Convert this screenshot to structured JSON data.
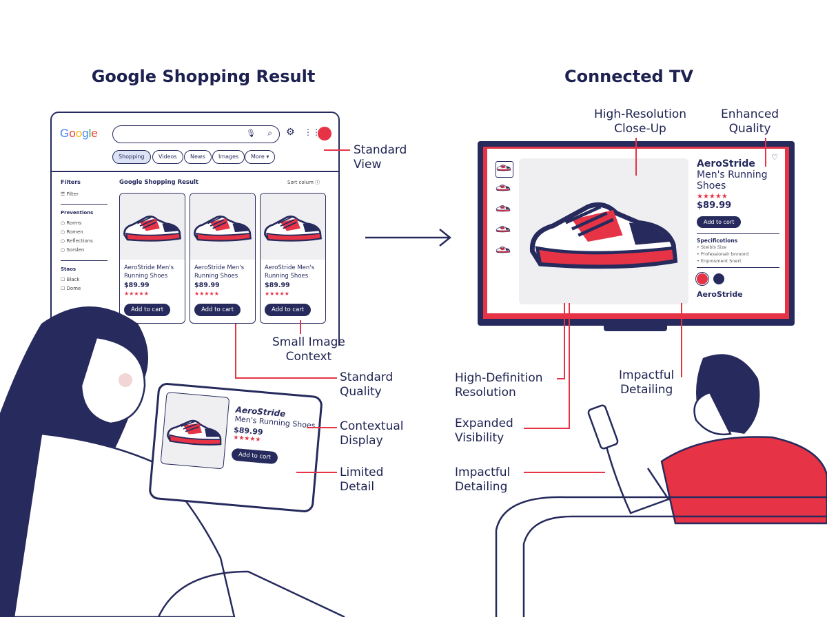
{
  "titles": {
    "left": "Google Shopping Result",
    "right": "Connected TV"
  },
  "colors": {
    "navy": "#262a5c",
    "red": "#e63346",
    "gray": "#efeff2"
  },
  "browser": {
    "logo": "Google",
    "icons": [
      "mic-icon",
      "search-icon",
      "gear-icon",
      "apps-grid-icon",
      "avatar"
    ],
    "chips": [
      "Shopping",
      "Videos",
      "News",
      "Images",
      "More ▾"
    ],
    "filters_title": "Filters",
    "filter_label": "Filter",
    "group1": {
      "title": "Preventions",
      "options": [
        "Rorms",
        "Romen",
        "Reflections",
        "Sorslen"
      ]
    },
    "group2": {
      "title": "Staos",
      "options": [
        "Black",
        "Dome"
      ]
    },
    "results_title": "Google Shopping Result",
    "sort": "Sort colum",
    "cards": [
      {
        "name": "AeroStride Men's Running Shoes",
        "price": "$89.99",
        "rating": "★★★★★",
        "button": "Add to cart"
      },
      {
        "name": "AeroStride Men's Running Shoes",
        "price": "$89.99",
        "rating": "★★★★★",
        "button": "Add to cart"
      },
      {
        "name": "AeroStride Men's Running Shoes",
        "price": "$89.99",
        "rating": "★★★★★",
        "button": "Add to cart"
      }
    ]
  },
  "tablet": {
    "brand": "AeroStride",
    "name": "Men's Running Shoes",
    "price": "$89.99",
    "rating": "★★★★★",
    "button": "Add to cort"
  },
  "tv": {
    "brand": "AeroStride",
    "name": "Men's Running Shoes",
    "rating": "★★★★★",
    "price": "$89.99",
    "button": "Add to cort",
    "spec_title": "Specificotions",
    "specs": [
      "Steibls Size",
      "Professionalr bnroord",
      "Enprosment Snert"
    ],
    "footer_brand": "AeroStride",
    "swatches": [
      "#e63346",
      "#262a5c"
    ]
  },
  "annotations": {
    "standard_view": "Standard\nView",
    "small_image": "Small Image\nContext",
    "standard_quality": "Standard\nQuality",
    "contextual_display": "Contextual\nDisplay",
    "limited_detail": "Limited\nDetail",
    "hires_closeup": "High-Resolution\nClose-Up",
    "enhanced_quality": "Enhanced\nQuality",
    "hd_resolution": "High-Definition\nResolution",
    "impactful_detailing_tv": "Impactful\nDetailing",
    "expanded_visibility": "Expanded\nVisibility",
    "impactful_detailing": "Impactful\nDetailing"
  }
}
